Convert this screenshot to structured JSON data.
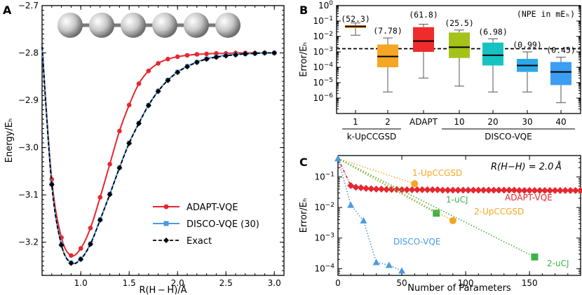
{
  "chart_data": [
    {
      "panel": "A",
      "type": "line",
      "xlabel": "R(H − H)/Å",
      "ylabel": "Energy/Eₕ",
      "xlim": [
        0.6,
        3.1
      ],
      "ylim": [
        -3.27,
        -2.7
      ],
      "xticks": [
        "1.0",
        "1.5",
        "2.0",
        "2.5",
        "3.0"
      ],
      "yticks": [
        "−2.7",
        "−2.8",
        "−2.9",
        "−3.0",
        "−3.1",
        "−3.2"
      ],
      "legend_position": "bottom-right",
      "series": [
        {
          "name": "ADAPT-VQE",
          "color": "#e8262e",
          "marker": "circle",
          "x": [
            0.6,
            0.7,
            0.8,
            0.9,
            1.0,
            1.1,
            1.2,
            1.3,
            1.4,
            1.5,
            1.6,
            1.7,
            1.8,
            1.9,
            2.0,
            2.1,
            2.2,
            2.3,
            2.4,
            2.5,
            2.6,
            2.7,
            2.8,
            2.9,
            3.0
          ],
          "y": [
            -2.787,
            -3.067,
            -3.19,
            -3.228,
            -3.213,
            -3.17,
            -3.105,
            -3.035,
            -2.965,
            -2.91,
            -2.865,
            -2.838,
            -2.822,
            -2.813,
            -2.808,
            -2.805,
            -2.803,
            -2.802,
            -2.801,
            -2.801,
            -2.8,
            -2.8,
            -2.8,
            -2.8,
            -2.8
          ]
        },
        {
          "name": "DISCO-VQE (30)",
          "color": "#4a9be0",
          "marker": "square",
          "x": [
            0.6,
            0.7,
            0.8,
            0.9,
            1.0,
            1.1,
            1.2,
            1.3,
            1.4,
            1.5,
            1.6,
            1.7,
            1.8,
            1.9,
            2.0,
            2.1,
            2.2,
            2.3,
            2.4,
            2.5,
            2.6,
            2.7,
            2.8,
            2.9,
            3.0
          ],
          "y": [
            -2.787,
            -3.077,
            -3.205,
            -3.243,
            -3.235,
            -3.203,
            -3.152,
            -3.098,
            -3.042,
            -2.99,
            -2.948,
            -2.91,
            -2.88,
            -2.857,
            -2.84,
            -2.828,
            -2.819,
            -2.812,
            -2.808,
            -2.805,
            -2.803,
            -2.802,
            -2.801,
            -2.8,
            -2.8
          ]
        },
        {
          "name": "Exact",
          "color": "#000000",
          "marker": "diamond",
          "x": [
            0.6,
            0.7,
            0.8,
            0.9,
            1.0,
            1.1,
            1.2,
            1.3,
            1.4,
            1.5,
            1.6,
            1.7,
            1.8,
            1.9,
            2.0,
            2.1,
            2.2,
            2.3,
            2.4,
            2.5,
            2.6,
            2.7,
            2.8,
            2.9,
            3.0
          ],
          "y": [
            -2.787,
            -3.078,
            -3.206,
            -3.244,
            -3.236,
            -3.204,
            -3.153,
            -3.099,
            -3.043,
            -2.991,
            -2.949,
            -2.911,
            -2.881,
            -2.858,
            -2.841,
            -2.829,
            -2.82,
            -2.813,
            -2.809,
            -2.806,
            -2.804,
            -2.802,
            -2.801,
            -2.8,
            -2.8
          ]
        }
      ]
    },
    {
      "panel": "B",
      "type": "box",
      "ylabel": "Error/Eₕ",
      "yscale": "log",
      "ylim": [
        1e-07,
        1
      ],
      "yticks": [
        "10⁻⁶",
        "10⁻⁵",
        "10⁻⁴",
        "10⁻³",
        "10⁻²",
        "10⁻¹",
        "10⁰"
      ],
      "annotation": "(NPE in mEₕ)",
      "threshold": 0.0016,
      "groups": [
        {
          "tick": "1",
          "npe": "(52.3)",
          "color": "#f39a1e",
          "q1": 0.035,
          "median": 0.045,
          "q3": 0.052,
          "wlo": 0.012,
          "whi": 0.075
        },
        {
          "tick": "2",
          "npe": "(7.78)",
          "color": "#f5a623",
          "q1": 0.0001,
          "median": 0.0005,
          "q3": 0.003,
          "wlo": 2.5e-06,
          "whi": 0.008
        },
        {
          "tick": "ADAPT",
          "npe": "(61.8)",
          "color": "#ef2b2b",
          "q1": 0.001,
          "median": 0.005,
          "q3": 0.04,
          "wlo": 2e-05,
          "whi": 0.062
        },
        {
          "tick": "10",
          "npe": "(25.5)",
          "color": "#a5c21b",
          "q1": 0.0004,
          "median": 0.002,
          "q3": 0.018,
          "wlo": 6e-06,
          "whi": 0.026
        },
        {
          "tick": "20",
          "npe": "(6.98)",
          "color": "#17c3c2",
          "q1": 0.00013,
          "median": 0.0006,
          "q3": 0.004,
          "wlo": 2.5e-06,
          "whi": 0.007
        },
        {
          "tick": "30",
          "npe": "(0.99)",
          "color": "#2aa8e8",
          "q1": 5e-05,
          "median": 0.00013,
          "q3": 0.00035,
          "wlo": 2.5e-06,
          "whi": 0.001
        },
        {
          "tick": "40",
          "npe": "(0.45)",
          "color": "#3d9df2",
          "q1": 7e-06,
          "median": 5e-05,
          "q3": 0.00022,
          "wlo": 5e-07,
          "whi": 0.00045
        }
      ],
      "group_labels": [
        {
          "text": "k-UpCCGSD",
          "italic_prefix": "k"
        },
        {
          "text": "DISCO-VQE"
        }
      ]
    },
    {
      "panel": "C",
      "type": "scatter",
      "xlabel": "Number of Parameters",
      "ylabel": "Error/Eₕ",
      "yscale": "log",
      "xlim": [
        0,
        190
      ],
      "ylim": [
        6e-05,
        0.5
      ],
      "xticks": [
        "0",
        "50",
        "100",
        "150"
      ],
      "yticks": [
        "10⁻⁴",
        "10⁻³",
        "10⁻²",
        "10⁻¹"
      ],
      "annotation": "R(H−H) = 2.0 Å",
      "series": [
        {
          "name": "ADAPT-VQE",
          "color": "#e8262e",
          "marker": "diamond",
          "x": [
            0,
            10,
            14,
            18,
            22,
            26,
            30,
            34,
            38,
            42,
            46,
            50,
            54,
            58,
            62,
            66,
            70,
            74,
            78,
            82,
            86,
            90,
            94,
            98,
            102,
            106,
            110,
            114,
            118,
            122,
            126,
            130,
            134,
            138,
            142,
            146,
            150,
            154,
            158,
            162,
            166,
            170,
            174,
            178,
            182,
            186,
            190
          ],
          "y": [
            0.4,
            0.052,
            0.046,
            0.044,
            0.042,
            0.041,
            0.04,
            0.04,
            0.039,
            0.039,
            0.039,
            0.038,
            0.038,
            0.038,
            0.038,
            0.038,
            0.038,
            0.038,
            0.038,
            0.037,
            0.037,
            0.037,
            0.037,
            0.037,
            0.037,
            0.037,
            0.037,
            0.037,
            0.037,
            0.037,
            0.037,
            0.037,
            0.037,
            0.037,
            0.036,
            0.036,
            0.036,
            0.036,
            0.036,
            0.036,
            0.036,
            0.036,
            0.036,
            0.036,
            0.036,
            0.036,
            0.036
          ]
        },
        {
          "name": "1-UpCCGSD",
          "color": "#f5a623",
          "marker": "circle",
          "x": [
            0,
            60
          ],
          "y": [
            0.4,
            0.06
          ]
        },
        {
          "name": "1-uCJ",
          "color": "#3cb34a",
          "marker": "square",
          "x": [
            0,
            77
          ],
          "y": [
            0.4,
            0.0065
          ]
        },
        {
          "name": "2-UpCCGSD",
          "color": "#f5a623",
          "marker": "circle",
          "x": [
            0,
            90
          ],
          "y": [
            0.4,
            0.0037
          ]
        },
        {
          "name": "2-uCJ",
          "color": "#3cb34a",
          "marker": "square",
          "x": [
            0,
            154
          ],
          "y": [
            0.4,
            0.00024
          ]
        },
        {
          "name": "DISCO-VQE",
          "color": "#4a9be0",
          "marker": "triangle",
          "x": [
            0,
            10,
            20,
            30,
            40,
            50
          ],
          "y": [
            0.4,
            0.012,
            0.0037,
            0.00016,
            0.00013,
            8.5e-05
          ]
        }
      ]
    }
  ],
  "labels": {
    "panel_a": "A",
    "panel_b": "B",
    "panel_c": "C",
    "legend_adapt": "ADAPT-VQE",
    "legend_disco": "DISCO-VQE (30)",
    "legend_exact": "Exact"
  }
}
